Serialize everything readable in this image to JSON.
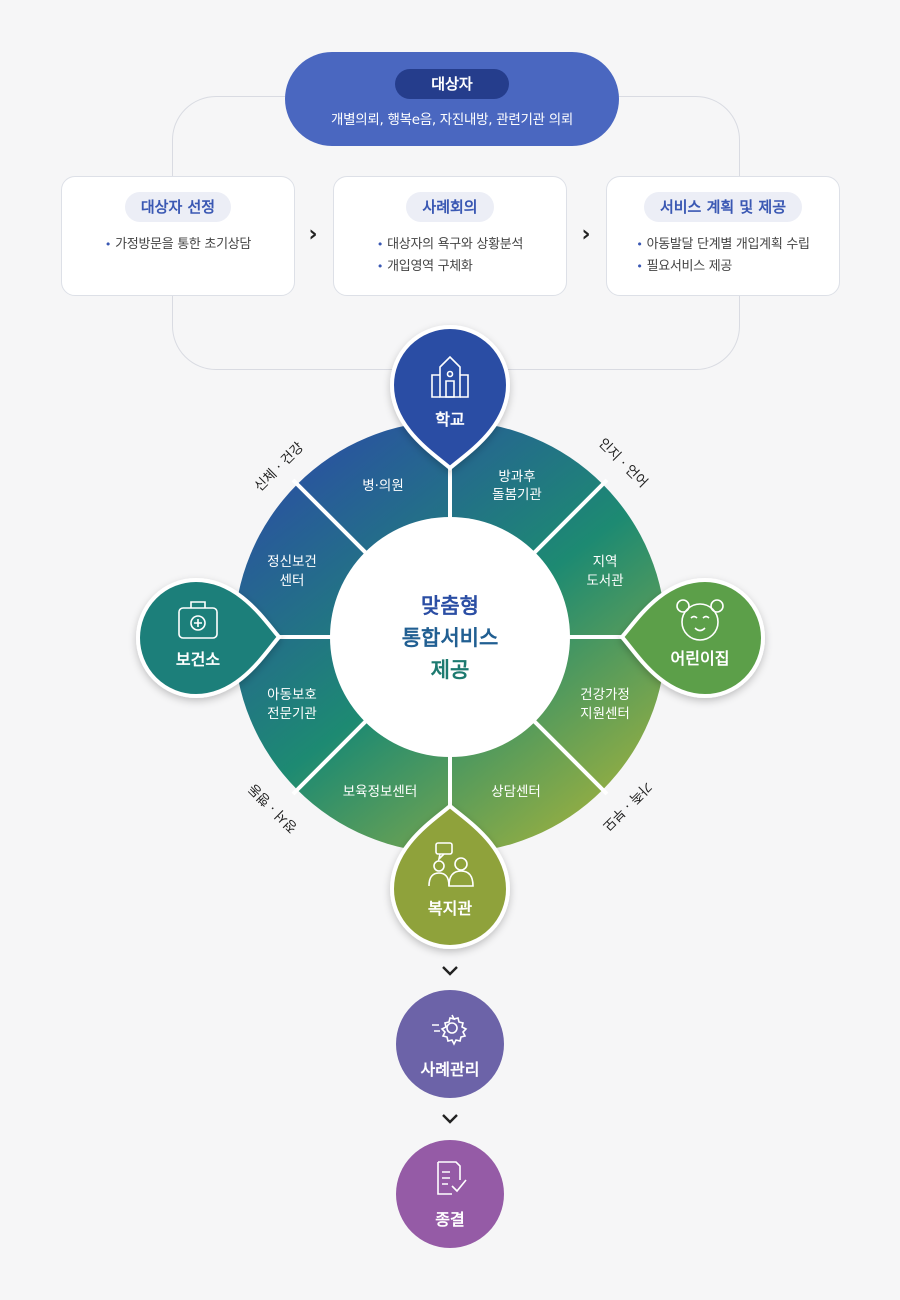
{
  "target": {
    "tag": "대상자",
    "description": "개별의뢰, 행복e음, 자진내방, 관련기관 의뢰"
  },
  "steps": [
    {
      "title": "대상자 선정",
      "items": [
        "가정방문을 통한 초기상담"
      ]
    },
    {
      "title": "사례회의",
      "items": [
        "대상자의 욕구와 상황분석",
        "개입영역 구체화"
      ]
    },
    {
      "title": "서비스 계획 및 제공",
      "items": [
        "아동발달 단계별 개입계획 수립",
        "필요서비스 제공"
      ]
    }
  ],
  "wheel": {
    "center": {
      "line1": "맞춤형",
      "line2": "통합서비스",
      "line3": "제공"
    },
    "segments": [
      {
        "line1": "방과후",
        "line2": "돌봄기관"
      },
      {
        "line1": "지역",
        "line2": "도서관"
      },
      {
        "line1": "건강가정",
        "line2": "지원센터"
      },
      {
        "line1": "상담센터",
        "line2": ""
      },
      {
        "line1": "보육정보센터",
        "line2": ""
      },
      {
        "line1": "아동보호",
        "line2": "전문기관"
      },
      {
        "line1": "정신보건",
        "line2": "센터"
      },
      {
        "line1": "병·의원",
        "line2": ""
      }
    ],
    "hubs": {
      "top": {
        "label": "학교",
        "icon": "school-icon"
      },
      "right": {
        "label": "어린이집",
        "icon": "bear-icon"
      },
      "bottom": {
        "label": "복지관",
        "icon": "people-chat-icon"
      },
      "left": {
        "label": "보건소",
        "icon": "medical-kit-icon"
      }
    },
    "outer_labels": {
      "top_left": "신체 · 건강",
      "top_right": "인지 · 언어",
      "bottom_right": "가족 · 부모",
      "bottom_left": "정서 · 행동"
    }
  },
  "flow_after": [
    {
      "label": "사례관리",
      "icon": "gear-icon",
      "color": "#6c63a8"
    },
    {
      "label": "종결",
      "icon": "checklist-icon",
      "color": "#955ba6"
    }
  ],
  "colors": {
    "primary_blue": "#4a67c0",
    "dark_blue": "#253d8c",
    "teal": "#1e7f7a",
    "green": "#5b9f49",
    "olive": "#8fa23b"
  }
}
